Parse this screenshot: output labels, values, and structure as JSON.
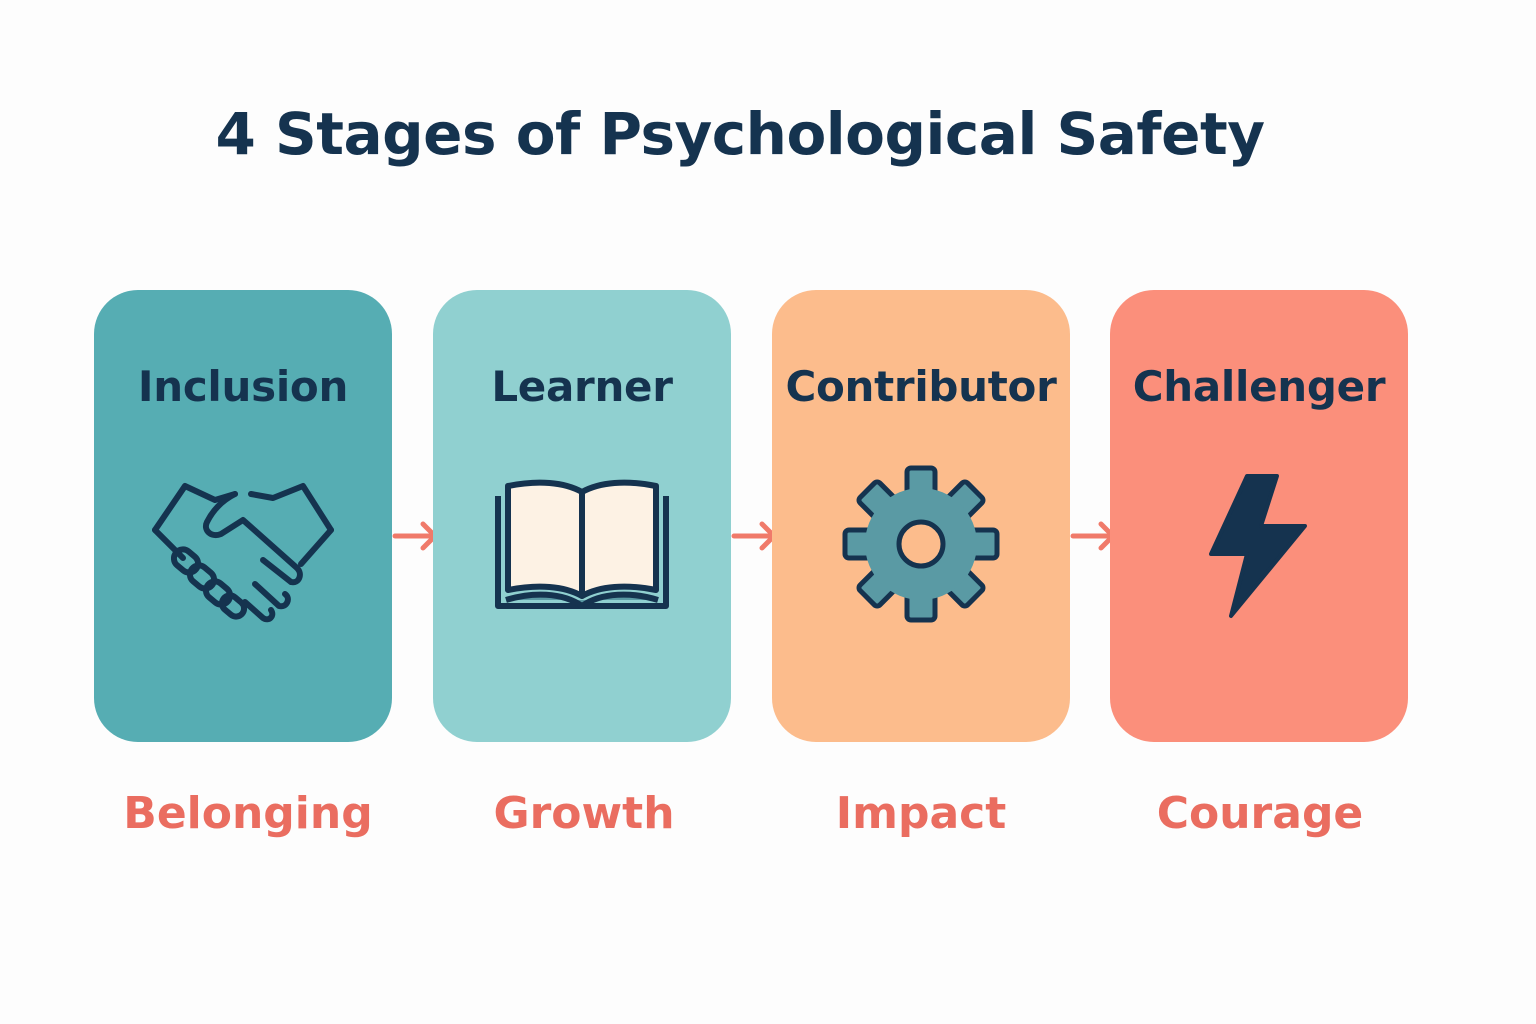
{
  "title": "4 Stages of Psychological Safety",
  "colors": {
    "title": "#15334f",
    "icon_stroke": "#15334f",
    "arrow": "#f07a6a",
    "caption": "#ea6d60"
  },
  "stages": [
    {
      "label": "Inclusion",
      "caption": "Belonging",
      "icon": "handshake-icon",
      "color": "#56adb3"
    },
    {
      "label": "Learner",
      "caption": "Growth",
      "icon": "open-book-icon",
      "color": "#90d0d0"
    },
    {
      "label": "Contributor",
      "caption": "Impact",
      "icon": "gear-icon",
      "color": "#fcbc8c"
    },
    {
      "label": "Challenger",
      "caption": "Courage",
      "icon": "lightning-bolt-icon",
      "color": "#fb8f7b"
    }
  ]
}
